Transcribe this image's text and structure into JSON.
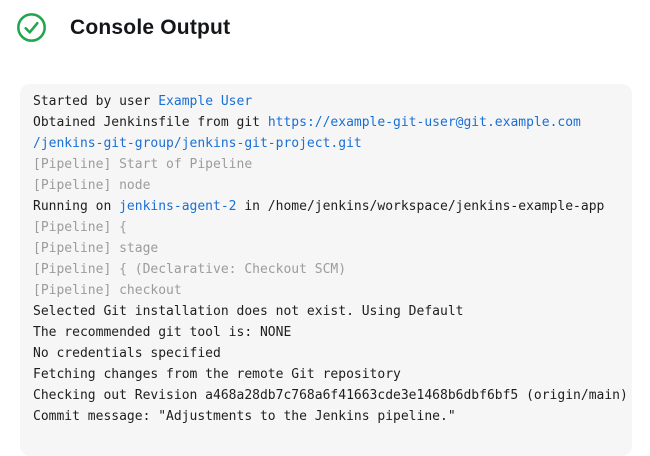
{
  "header": {
    "title": "Console Output",
    "status": "success",
    "status_icon": "success-check-icon"
  },
  "colors": {
    "accent_green": "#1ea64b",
    "link_blue": "#1a6fd6",
    "muted_gray": "#9c9c9c",
    "console_bg": "#f6f6f6",
    "text_dark": "#1e1e1e",
    "title_color": "#14161a"
  },
  "console": {
    "lines": [
      {
        "segments": [
          {
            "text": "Started by user ",
            "type": "plain"
          },
          {
            "text": "Example User",
            "type": "link"
          }
        ]
      },
      {
        "segments": [
          {
            "text": "Obtained Jenkinsfile from git ",
            "type": "plain"
          },
          {
            "text": "https://example-git-user@git.example.com",
            "type": "link"
          }
        ]
      },
      {
        "segments": [
          {
            "text": "/jenkins-git-group/jenkins-git-project.git",
            "type": "link"
          }
        ]
      },
      {
        "segments": [
          {
            "text": "[Pipeline] Start of Pipeline",
            "type": "muted"
          }
        ]
      },
      {
        "segments": [
          {
            "text": "[Pipeline] node",
            "type": "muted"
          }
        ]
      },
      {
        "segments": [
          {
            "text": "Running on ",
            "type": "plain"
          },
          {
            "text": "jenkins-agent-2",
            "type": "link"
          },
          {
            "text": " in /home/jenkins/workspace/jenkins-example-app",
            "type": "plain"
          }
        ]
      },
      {
        "segments": [
          {
            "text": "[Pipeline] {",
            "type": "muted"
          }
        ]
      },
      {
        "segments": [
          {
            "text": "[Pipeline] stage",
            "type": "muted"
          }
        ]
      },
      {
        "segments": [
          {
            "text": "[Pipeline] { (Declarative: Checkout SCM)",
            "type": "muted"
          }
        ]
      },
      {
        "segments": [
          {
            "text": "[Pipeline] checkout",
            "type": "muted"
          }
        ]
      },
      {
        "segments": [
          {
            "text": "Selected Git installation does not exist. Using Default",
            "type": "plain"
          }
        ]
      },
      {
        "segments": [
          {
            "text": "The recommended git tool is: NONE",
            "type": "plain"
          }
        ]
      },
      {
        "segments": [
          {
            "text": "No credentials specified",
            "type": "plain"
          }
        ]
      },
      {
        "segments": [
          {
            "text": "Fetching changes from the remote Git repository",
            "type": "plain"
          }
        ]
      },
      {
        "segments": [
          {
            "text": "Checking out Revision a468a28db7c768a6f41663cde3e1468b6dbf6bf5 (origin/main)",
            "type": "plain"
          }
        ]
      },
      {
        "segments": [
          {
            "text": "Commit message: \"Adjustments to the Jenkins pipeline.\"",
            "type": "plain"
          }
        ]
      }
    ]
  }
}
